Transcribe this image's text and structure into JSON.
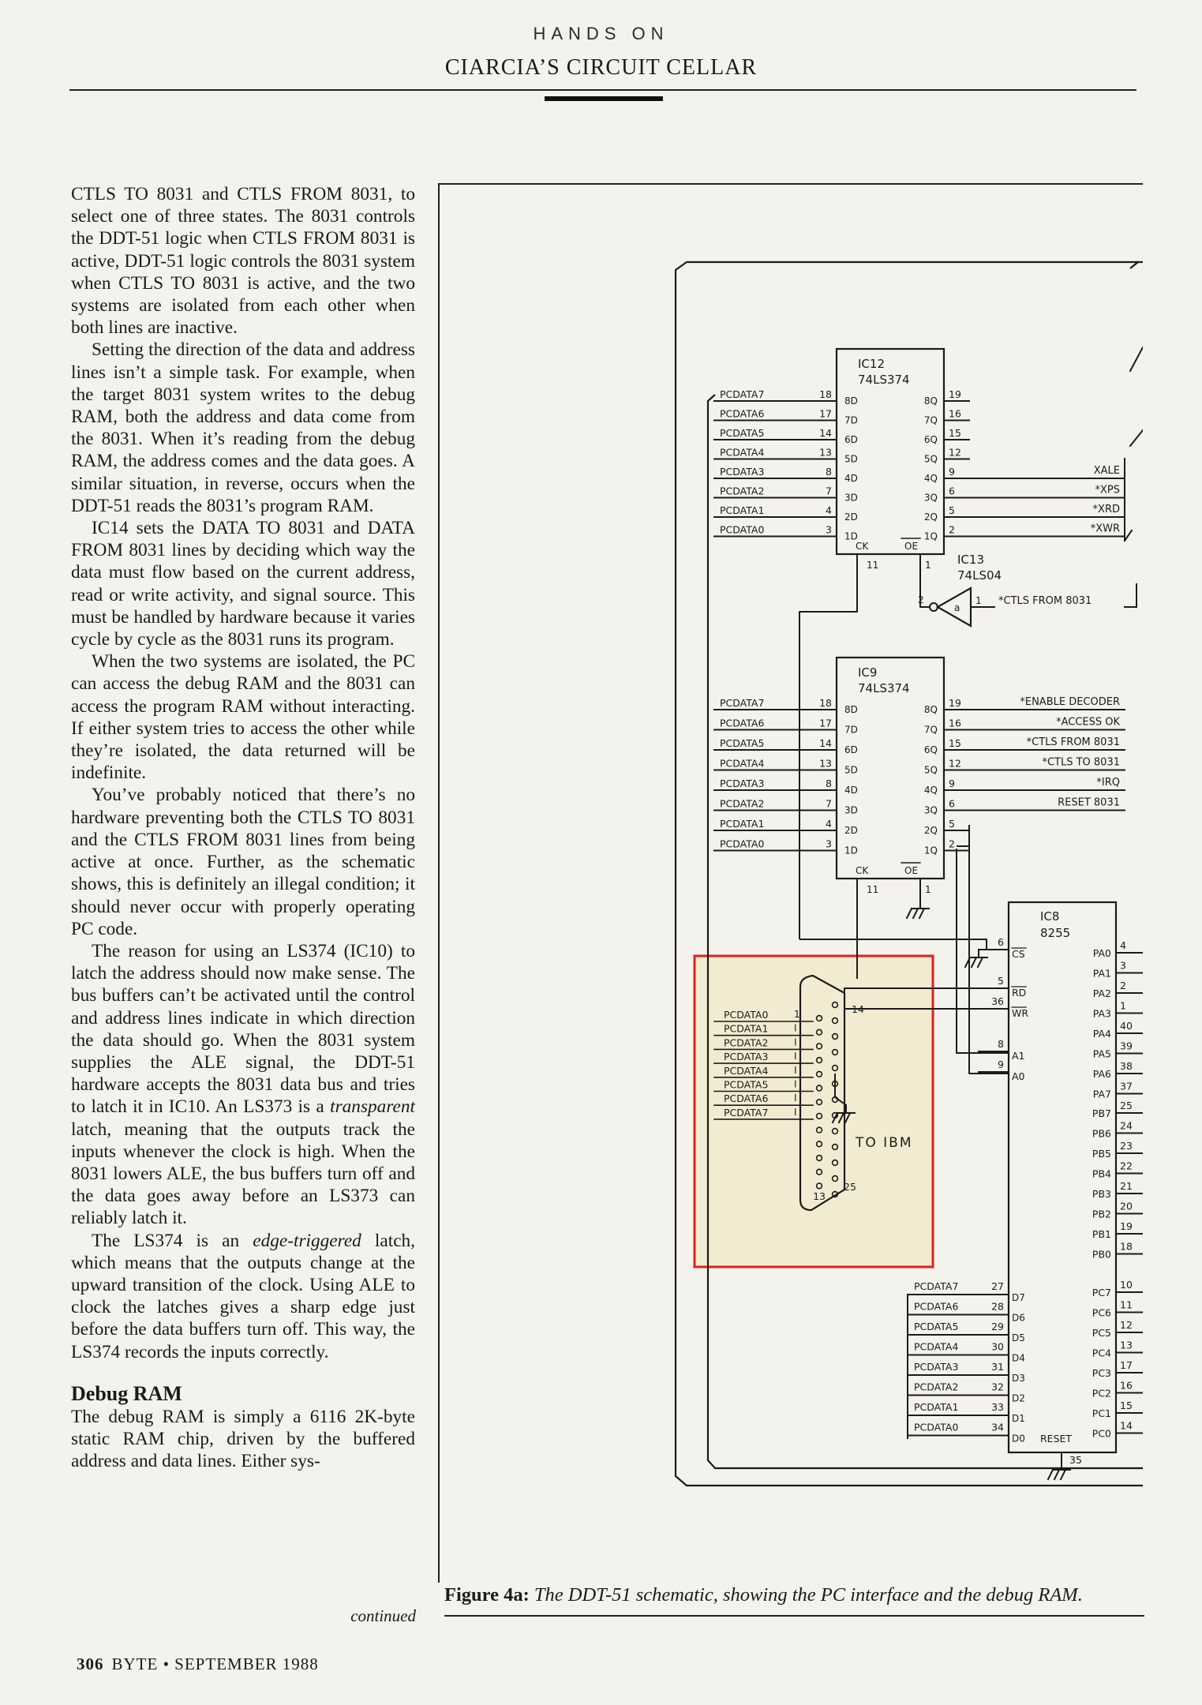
{
  "header": {
    "kicker": "HANDS ON",
    "title": "CIARCIA’S CIRCUIT CELLAR"
  },
  "article": {
    "paragraphs": [
      "CTLS TO 8031 and CTLS FROM 8031, to select one of three states. The 8031 controls the DDT-51 logic when CTLS FROM 8031 is active, DDT-51 logic controls the 8031 system when CTLS TO 8031 is active, and the two systems are isolated from each other when both lines are inactive.",
      "Setting the direction of the data and address lines isn’t a simple task. For example, when the target 8031 system writes to the debug RAM, both the address and data come from the 8031. When it’s reading from the debug RAM, the address comes and the data goes. A similar situation, in reverse, occurs when the DDT-51 reads the 8031’s program RAM.",
      "IC14 sets the DATA TO 8031 and DATA FROM 8031 lines by deciding which way the data must flow based on the current address, read or write activity, and signal source. This must be handled by hardware because it varies cycle by cycle as the 8031 runs its program.",
      "When the two systems are isolated, the PC can access the debug RAM and the 8031 can access the program RAM without interacting. If either system tries to access the other while they’re isolated, the data returned will be indefinite.",
      "You’ve probably noticed that there’s no hardware preventing both the CTLS TO 8031 and the CTLS FROM 8031 lines from being active at once. Further, as the schematic shows, this is definitely an illegal condition; it should never occur with properly operating PC code.",
      "The reason for using an LS374 (IC10) to latch the address should now make sense. The bus buffers can’t be activated until the control and address lines indicate in which direction the data should go. When the 8031 system supplies the ALE signal, the DDT-51 hardware accepts the 8031 data bus and tries to latch it in IC10. An LS373 is a",
      "The LS374 is an"
    ],
    "p6_italic": "transparent",
    "p6_tail": "latch, meaning that the outputs track the inputs whenever the clock is high. When the 8031 lowers ALE, the bus buffers turn off and the data goes away before an LS373 can reliably latch it.",
    "p7_italic": "edge-triggered",
    "p7_tail": "latch, which means that the outputs change at the upward transition of the clock. Using ALE to clock the latches gives a sharp edge just before the data buffers turn off. This way, the LS374 records the inputs correctly.",
    "section_heading": "Debug RAM",
    "section_text": "The debug RAM is simply a 6116 2K-byte static RAM chip, driven by the buffered address and data lines. Either sys-",
    "continued": "continued"
  },
  "footer": {
    "page": "306",
    "magazine": "BYTE • SEPTEMBER 1988"
  },
  "figure": {
    "caption_label": "Figure 4a:",
    "caption_text": "The DDT-51 schematic, showing the PC interface and the debug RAM.",
    "ic12": {
      "name": "IC12",
      "part": "74LS374"
    },
    "ic9": {
      "name": "IC9",
      "part": "74LS374"
    },
    "ic13": {
      "name": "IC13",
      "part": "74LS04"
    },
    "ic8": {
      "name": "IC8",
      "part": "8255"
    },
    "pcdata_labels": [
      "PCDATA7",
      "PCDATA6",
      "PCDATA5",
      "PCDATA4",
      "PCDATA3",
      "PCDATA2",
      "PCDATA1",
      "PCDATA0"
    ],
    "latch_in_pins": [
      "18",
      "17",
      "14",
      "13",
      "8",
      "7",
      "4",
      "3"
    ],
    "latch_in_names": [
      "8D",
      "7D",
      "6D",
      "5D",
      "4D",
      "3D",
      "2D",
      "1D"
    ],
    "latch_out_names": [
      "8Q",
      "7Q",
      "6Q",
      "5Q",
      "4Q",
      "3Q",
      "2Q",
      "1Q"
    ],
    "latch_out_pins": [
      "19",
      "16",
      "15",
      "12",
      "9",
      "6",
      "5",
      "2"
    ],
    "ic12_signals": [
      "XALE",
      "*XPS",
      "*XRD",
      "*XWR"
    ],
    "ic9_signals": [
      "*ENABLE DECODER",
      "*ACCESS OK",
      "*CTLS FROM 8031",
      "*CTLS TO 8031",
      "*IRQ",
      "RESET 8031"
    ],
    "ctl_ck": "CK",
    "ctl_oe": "OE",
    "ck_pin": "11",
    "oe_pin": "1",
    "inv_in_pin": "1",
    "inv_out_pin": "2",
    "inv_letter": "a",
    "inv_signal": "*CTLS FROM 8031",
    "ic8_left_pins": [
      [
        "6",
        "CS"
      ],
      [
        "5",
        "RD"
      ],
      [
        "36",
        "WR"
      ],
      [
        "8",
        "A1"
      ],
      [
        "9",
        "A0"
      ]
    ],
    "ic8_ports_a": [
      [
        "PA0",
        "4"
      ],
      [
        "PA1",
        "3"
      ],
      [
        "PA2",
        "2"
      ],
      [
        "PA3",
        "1"
      ],
      [
        "PA4",
        "40"
      ],
      [
        "PA5",
        "39"
      ],
      [
        "PA6",
        "38"
      ],
      [
        "PA7",
        "37"
      ]
    ],
    "ic8_ports_b": [
      [
        "PB7",
        "25"
      ],
      [
        "PB6",
        "24"
      ],
      [
        "PB5",
        "23"
      ],
      [
        "PB4",
        "22"
      ],
      [
        "PB3",
        "21"
      ],
      [
        "PB2",
        "20"
      ],
      [
        "PB1",
        "19"
      ],
      [
        "PB0",
        "18"
      ]
    ],
    "ic8_ports_c": [
      [
        "PC7",
        "10"
      ],
      [
        "PC6",
        "11"
      ],
      [
        "PC5",
        "12"
      ],
      [
        "PC4",
        "13"
      ],
      [
        "PC3",
        "17"
      ],
      [
        "PC2",
        "16"
      ],
      [
        "PC1",
        "15"
      ],
      [
        "PC0",
        "14"
      ]
    ],
    "ic8_data_pins": [
      [
        "PCDATA7",
        "27",
        "D7"
      ],
      [
        "PCDATA6",
        "28",
        "D6"
      ],
      [
        "PCDATA5",
        "29",
        "D5"
      ],
      [
        "PCDATA4",
        "30",
        "D4"
      ],
      [
        "PCDATA3",
        "31",
        "D3"
      ],
      [
        "PCDATA2",
        "32",
        "D2"
      ],
      [
        "PCDATA1",
        "33",
        "D1"
      ],
      [
        "PCDATA0",
        "34",
        "D0"
      ]
    ],
    "ic8_reset": "RESET",
    "ic8_reset_pin": "35",
    "connector_labels": [
      "PCDATA0",
      "PCDATA1",
      "PCDATA2",
      "PCDATA3",
      "PCDATA4",
      "PCDATA5",
      "PCDATA6",
      "PCDATA7"
    ],
    "connector_pin_marks": [
      "1",
      "I",
      "I",
      "I",
      "I",
      "I",
      "I",
      "I"
    ],
    "connector_pins": {
      "p1": "1",
      "p14": "14",
      "p13": "13",
      "p25": "25"
    },
    "connector_title": "TO IBM",
    "highlight_color": "#e0201f"
  }
}
